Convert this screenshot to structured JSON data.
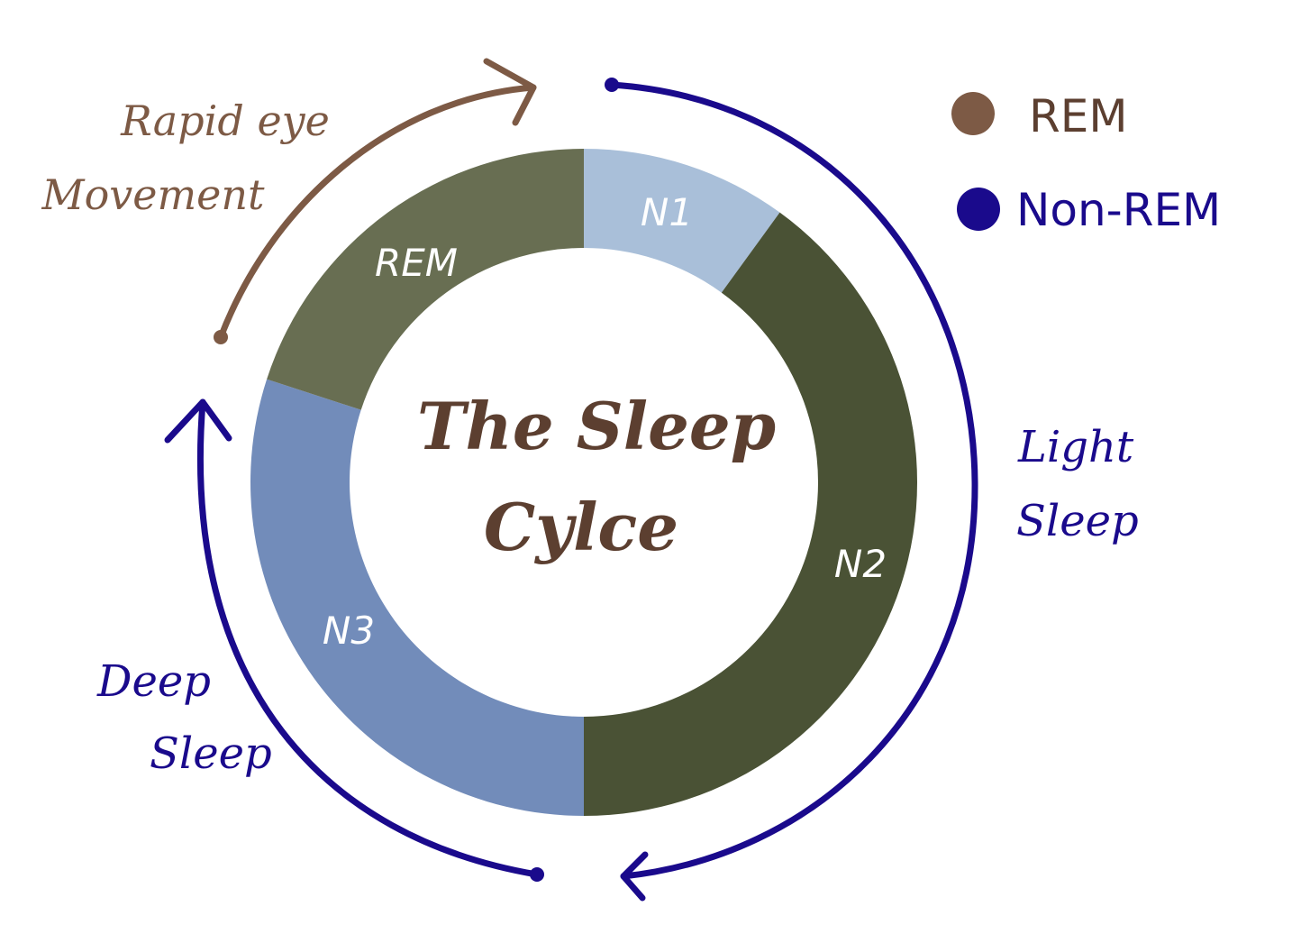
{
  "title_lines": [
    "The Sleep",
    "Cylce"
  ],
  "segments": [
    {
      "label": "N1",
      "fraction": 0.1,
      "color": "#a9bfd9"
    },
    {
      "label": "N2",
      "fraction": 0.4,
      "color": "#4a5235"
    },
    {
      "label": "N3",
      "fraction": 0.3,
      "color": "#728cba"
    },
    {
      "label": "REM",
      "fraction": 0.2,
      "color": "#686e52"
    }
  ],
  "legend": [
    {
      "label": "REM",
      "color": "#7d5a45"
    },
    {
      "label": "Non-REM",
      "color": "#1a0a8c"
    }
  ],
  "annotations": {
    "rem": [
      "Rapid eye",
      "Movement"
    ],
    "light": [
      "Light",
      "Sleep"
    ],
    "deep": [
      "Deep",
      "Sleep"
    ]
  },
  "colors": {
    "rem_accent": "#7d5a45",
    "nonrem_accent": "#1a0a8c",
    "title": "#5c3f30"
  }
}
